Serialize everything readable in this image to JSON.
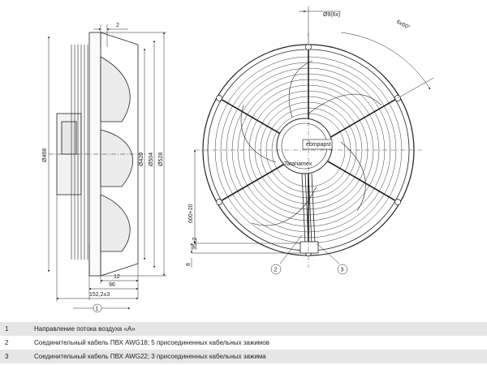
{
  "side_view": {
    "dims": {
      "offset": "2",
      "dia_outer": "Ø468",
      "dia_420": "Ø420",
      "dia_504": "Ø504",
      "dia_528": "Ø528",
      "d12": "12",
      "d96": "96",
      "d152": "152,2±3"
    },
    "callout": "1"
  },
  "front_view": {
    "dims": {
      "hole": "Ø9(6x)",
      "angle": "6x60°",
      "cable_len": "600+20",
      "d35": "35±2",
      "d8": "8"
    },
    "callouts": [
      "2",
      "3"
    ],
    "brand": "ebmpapst",
    "sub_brand": "Tatariamex"
  },
  "legend": [
    {
      "num": "1",
      "text": "Направление потока воздуха «А»"
    },
    {
      "num": "2",
      "text": "Соединительный кабель ПВХ AWG18; 5 присоединенных кабельных зажимов"
    },
    {
      "num": "3",
      "text": "Соединительный кабель ПВХ AWG22; 3 присоединенных кабельных зажима"
    }
  ]
}
